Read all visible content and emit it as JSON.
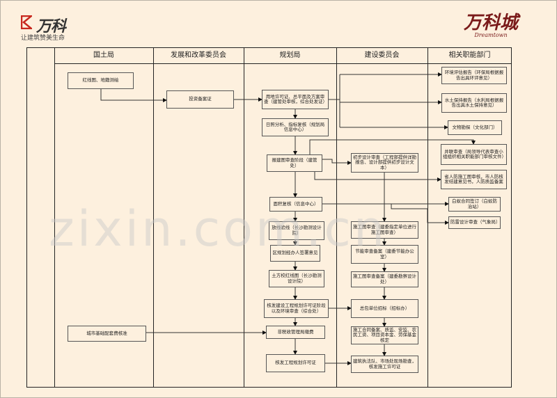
{
  "header": {
    "brand_left": "万科",
    "slogan": "让建筑赞美生命",
    "brand_right": "万科城",
    "brand_right_sub": "Dreamtown"
  },
  "columns": [
    "国土局",
    "发展和改革委员会",
    "规划局",
    "建设委员会",
    "相关职能部门"
  ],
  "land_bureau": {
    "red_line": "红线图、地籍测绘",
    "infrastructure_fee": "城市基础配套费核准"
  },
  "ndrc": {
    "investment_filing": "投资备案证"
  },
  "planning": {
    "land_permit": "用地许可证、总平面及方案审查（建管处审核，综合处发证）",
    "sunlight": "日照分析、指标复核（规划局信息中心）",
    "drawing_review": "报建图审查阶段（建管处）",
    "area_check": "面积复核（信息中心）",
    "setting_out": "放线验线（长沙勘测设计院）",
    "officer_opinion": "区规划经办人签署意见",
    "earthwork": "土方校红线图（长沙勘测设计院）",
    "permit_stage": "核发建设工程规划许可证阶段以及环境审查（综合处）",
    "fee_payment": "非税收管理局缴费",
    "planning_permit": "核发工程规划许可证"
  },
  "construction": {
    "preliminary_design": "初步设计审查（工程部提供详勘报告、设计部提供初步设计文本）",
    "construction_drawing": "施工图审查（建委指定单位进行施工图审查）",
    "energy_filing": "节能审查备案（建委节能办公室）",
    "drawing_filing": "施工图审查备案（建委勘察设计处）",
    "tender": "总包单位招标（招标办）",
    "contract_filing": "施工合同备案、质监、安监、农民工资、项目资本金、劳保基金核定",
    "construction_permit": "建筑执法队、市场处现场勘查，核发施工许可证"
  },
  "related": {
    "environment": "环境评估报告（环保局根据报告出具环评意见）",
    "soil_water": "水土保持报告（水利局根据报告出具水土保持意见）",
    "relics": "文物勘探（文化部门）",
    "joint_review": "并联审查（局领导代表审查小组组织相关职能部门审核文件）",
    "civil_defense": "省人防施工图审核，市人防核发结建意见书，人防质监备案",
    "termite": "白蚁合同签订（白蚁防治站）",
    "lightning": "防雷设计审查（气象局）"
  },
  "watermark": "zixin.com.cn",
  "colors": {
    "background": "#fdf0de",
    "brand_red": "#c8281e",
    "brand_right": "#7a1a1a"
  }
}
